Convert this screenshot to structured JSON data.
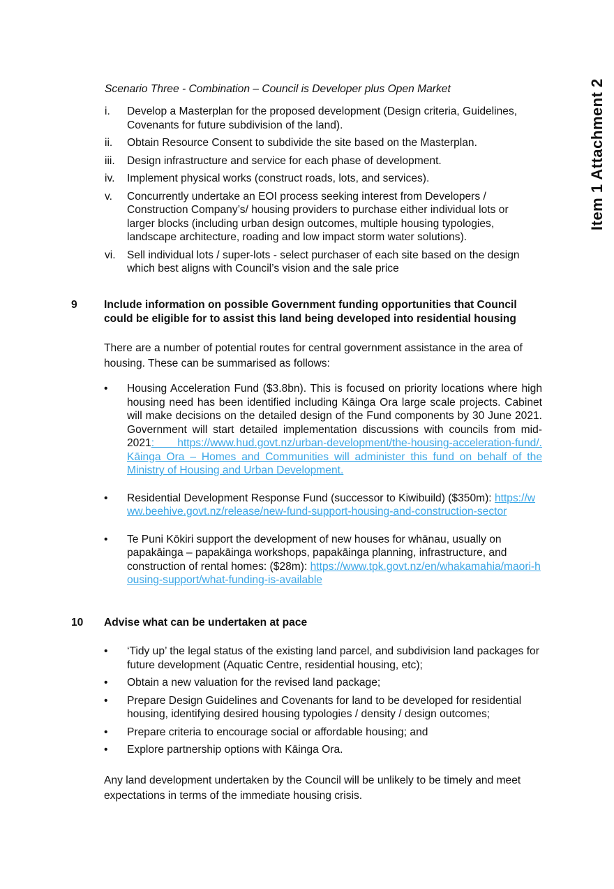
{
  "side_label": "Item 1 Attachment 2",
  "scenario_title": "Scenario Three - Combination – Council is Developer plus Open Market",
  "steps": [
    {
      "n": "i.",
      "text": "Develop a Masterplan for the proposed development (Design criteria, Guidelines, Covenants for future subdivision of the land)."
    },
    {
      "n": "ii.",
      "text": "Obtain Resource Consent to subdivide the site based on the Masterplan."
    },
    {
      "n": "iii.",
      "text": "Design infrastructure and service for each phase of development."
    },
    {
      "n": "iv.",
      "text": "Implement physical works (construct roads, lots, and services)."
    },
    {
      "n": "v.",
      "text": "Concurrently undertake an EOI process seeking interest from Developers / Construction Company’s/ housing providers to purchase either individual lots or larger blocks (including urban design outcomes, multiple housing typologies, landscape architecture, roading and low impact storm water solutions)."
    },
    {
      "n": "vi.",
      "text": "Sell individual lots / super-lots - select purchaser of each site based on the design which best aligns with Council’s vision and the sale price"
    }
  ],
  "section9": {
    "num": "9",
    "title": "Include information on possible Government funding opportunities that Council could be eligible for to assist this land being developed into residential housing",
    "intro": "There are a number of potential routes for central government assistance in the area of housing. These can be summarised as follows:",
    "bullets": [
      {
        "text": "Housing Acceleration Fund ($3.8bn). This is focused on priority locations where high housing need has been identified including Kāinga Ora large scale projects. Cabinet will make decisions on the detailed design of the Fund components by 30 June 2021. Government will start detailed implementation discussions with councils from mid-2021",
        "link": ":  https://www.hud.govt.nz/urban-development/the-housing-acceleration-fund/. Kāinga Ora – Homes and Communities will administer this fund on behalf of the Ministry of Housing and Urban Development."
      },
      {
        "text": "Residential Development Response Fund (successor to Kiwibuild) ($350m): ",
        "link": "https://www.beehive.govt.nz/release/new-fund-support-housing-and-construction-sector"
      },
      {
        "text": "Te Puni Kōkiri support the development of new houses for whānau, usually on papakāinga – papakāinga workshops, papakāinga planning, infrastructure, and construction of rental homes: ($28m): ",
        "link": "https://www.tpk.govt.nz/en/whakamahia/maori-housing-support/what-funding-is-available"
      }
    ]
  },
  "section10": {
    "num": "10",
    "title": "Advise what can be undertaken at pace",
    "bullets": [
      "‘Tidy up’ the legal status of the existing land parcel, and subdivision land packages for future development (Aquatic Centre, residential housing, etc);",
      "Obtain a new valuation for the revised land package;",
      "Prepare Design Guidelines and Covenants for land to be developed for residential housing, identifying desired housing typologies / density / design outcomes;",
      "Prepare criteria to encourage social or affordable housing; and",
      "Explore partnership options with Kāinga Ora."
    ],
    "closing": "Any land development undertaken by the Council will be unlikely to be timely and meet expectations in terms of the immediate housing crisis."
  }
}
